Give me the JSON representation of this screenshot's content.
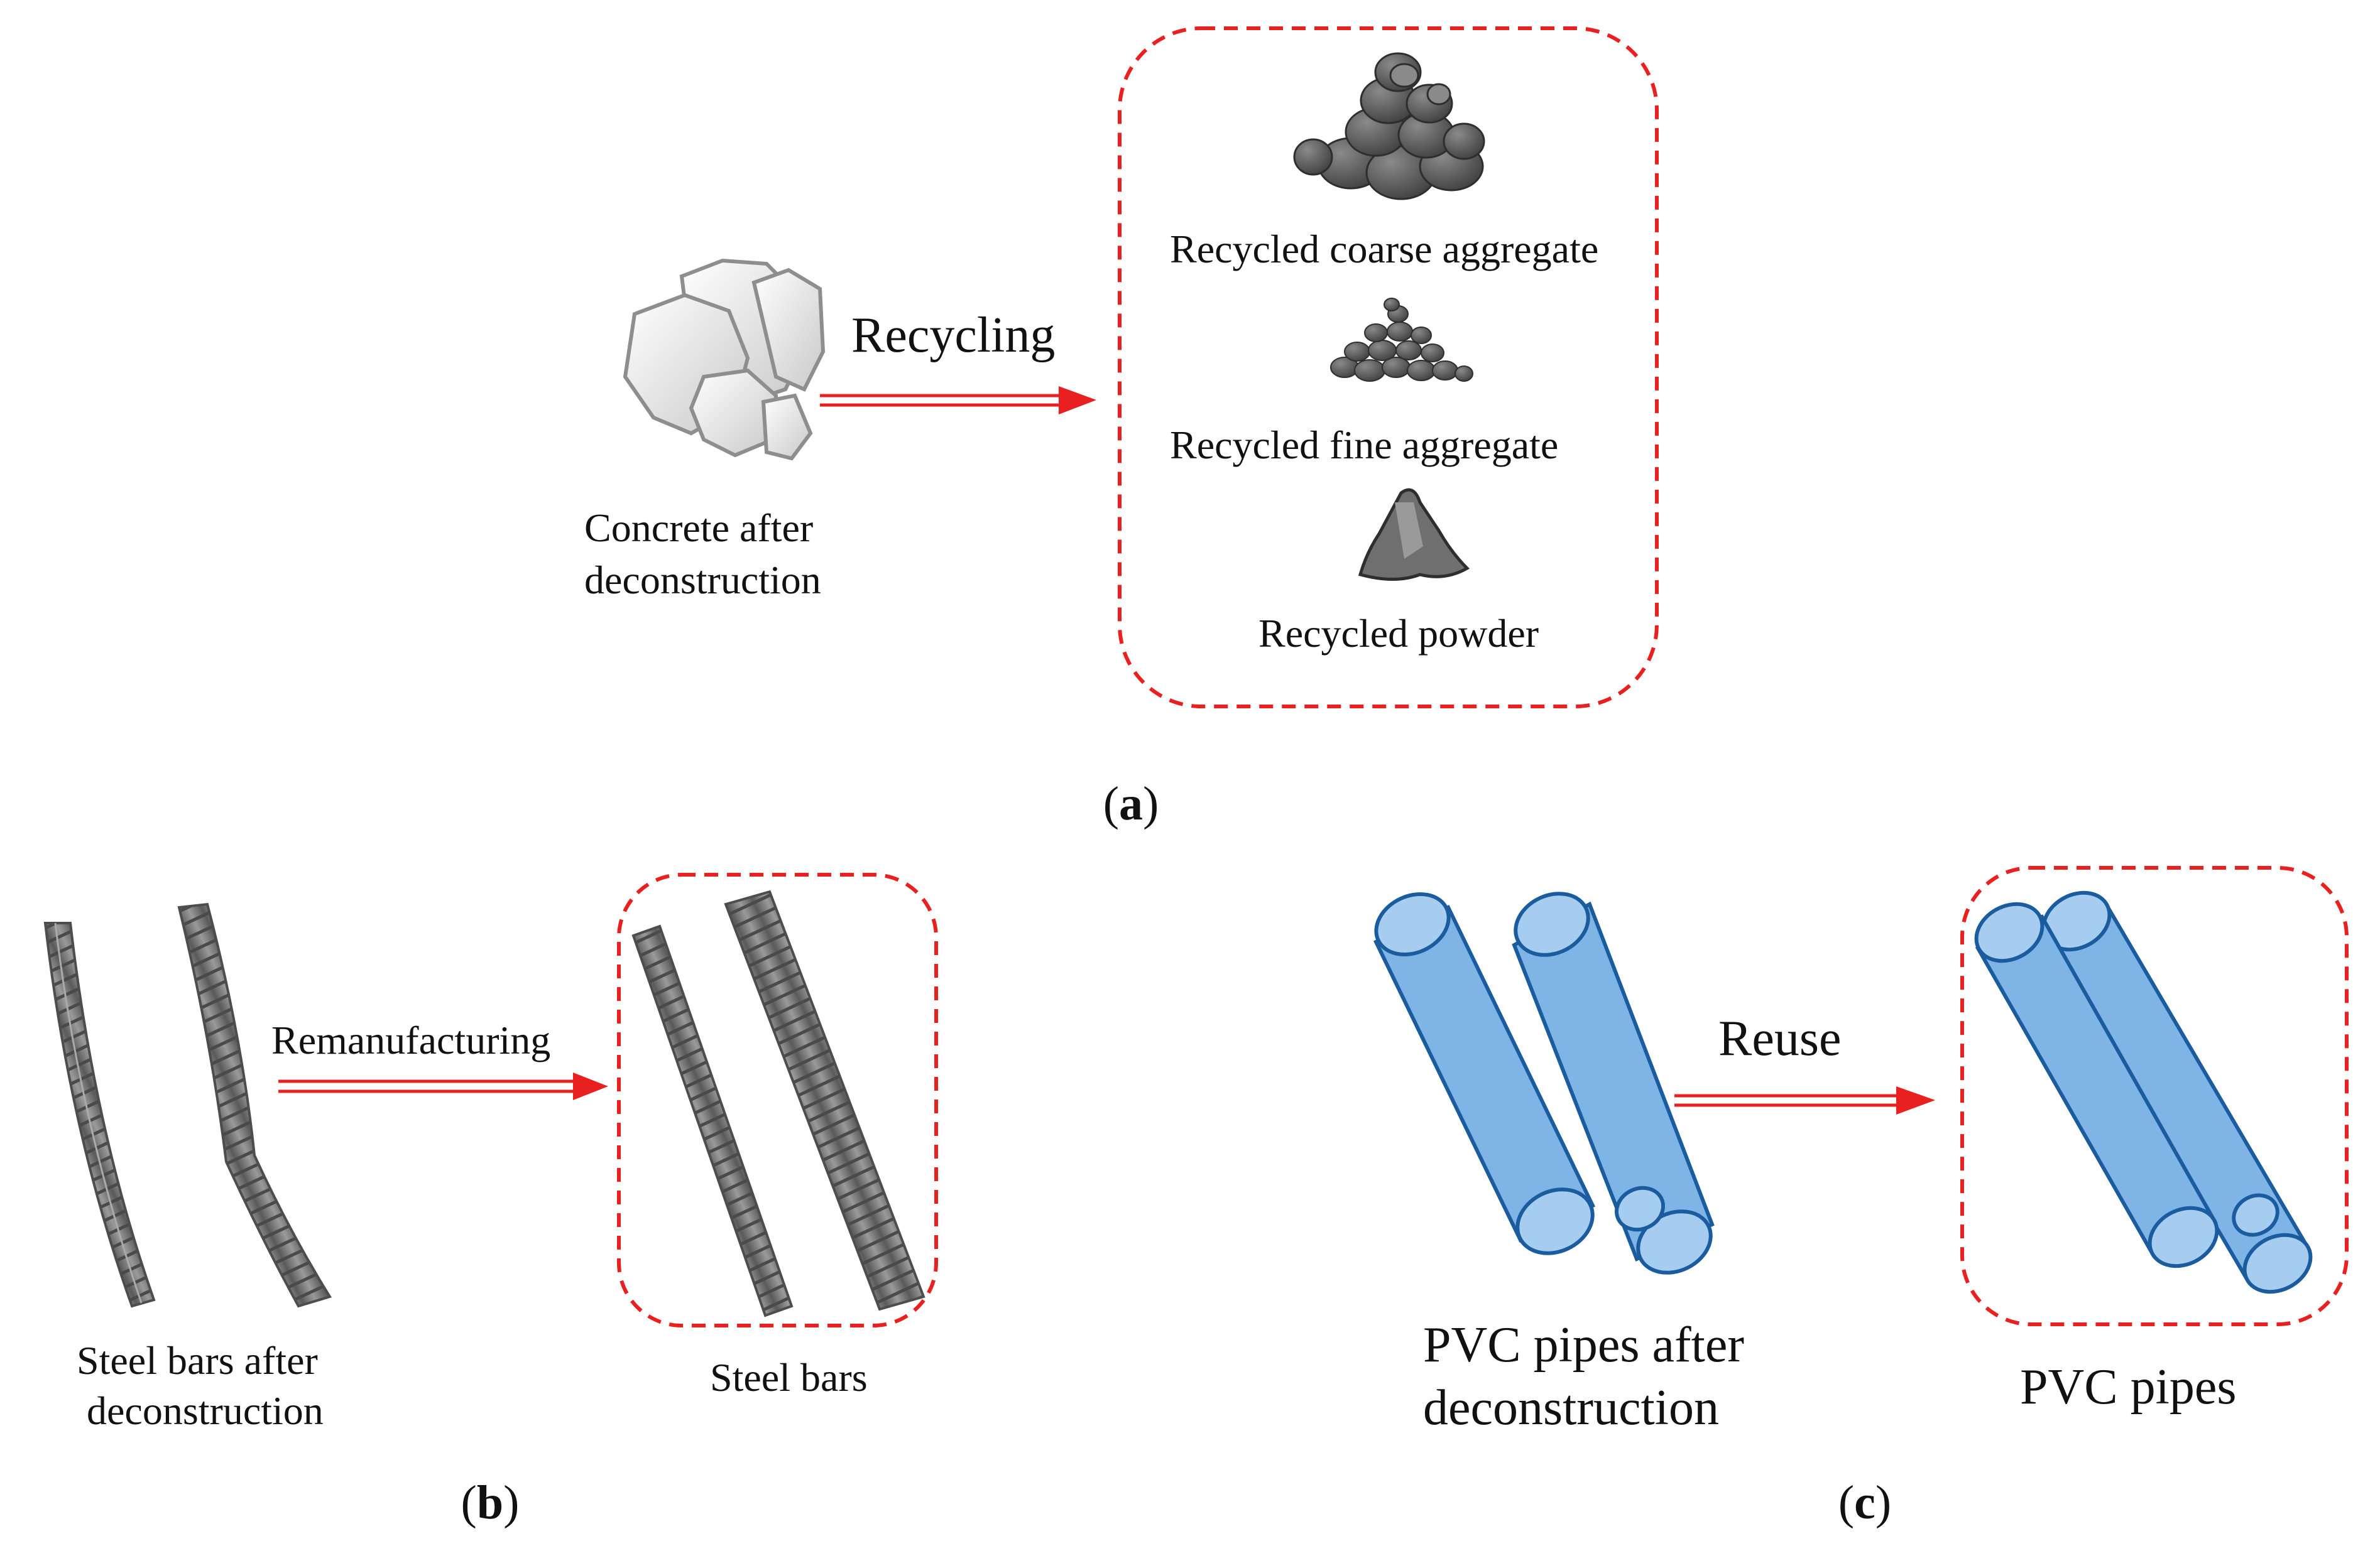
{
  "panel_a": {
    "source_label_line1": "Concrete after",
    "source_label_line2": "deconstruction",
    "process_label": "Recycling",
    "outputs": [
      {
        "label": "Recycled coarse aggregate",
        "icon": "coarse-aggregate-icon"
      },
      {
        "label": "Recycled fine aggregate",
        "icon": "fine-aggregate-icon"
      },
      {
        "label": "Recycled powder",
        "icon": "powder-icon"
      }
    ],
    "caption_letter": "a"
  },
  "panel_b": {
    "source_label_line1": "Steel bars after",
    "source_label_line2": "deconstruction",
    "process_label": "Remanufacturing",
    "output_label": "Steel bars",
    "caption_letter": "b"
  },
  "panel_c": {
    "source_label_line1": "PVC pipes after",
    "source_label_line2": "deconstruction",
    "process_label": "Reuse",
    "output_label": "PVC pipes",
    "caption_letter": "c"
  },
  "colors": {
    "arrow": "#e8201f",
    "dashed_box": "#e8201f",
    "steel": "#7a7a7a",
    "pipe_fill": "#7fb4e6",
    "pipe_stroke": "#1a5c9e",
    "concrete": "#e2e2e2",
    "aggregate": "#555555"
  }
}
